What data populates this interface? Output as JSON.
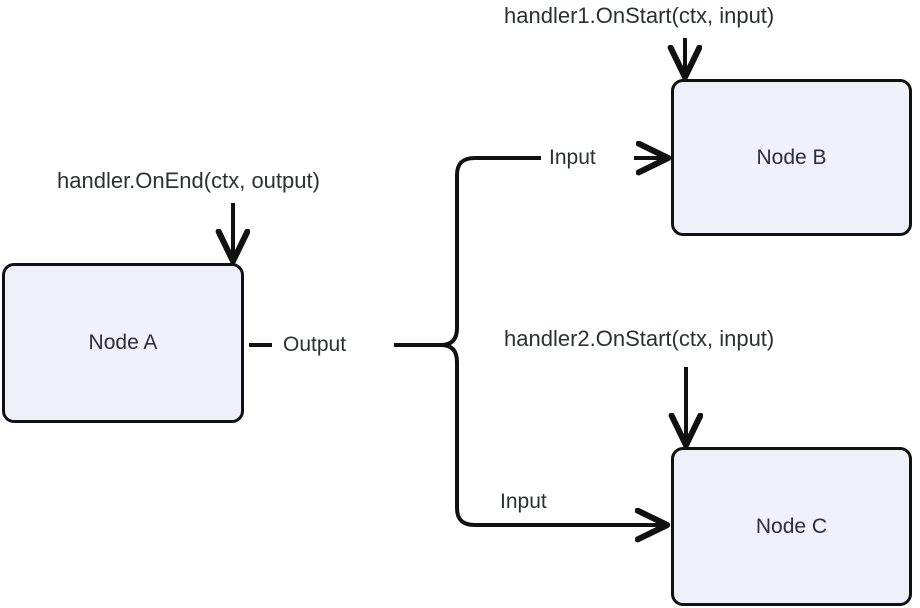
{
  "diagram": {
    "type": "flow-diagram",
    "background_color": "#ffffff",
    "node_fill_color": "#eef1fa",
    "node_border_color": "#111111",
    "edge_color": "#111111",
    "text_color": "#2b2f36",
    "nodes": [
      {
        "id": "node-a",
        "label": "Node A"
      },
      {
        "id": "node-b",
        "label": "Node B"
      },
      {
        "id": "node-c",
        "label": "Node C"
      }
    ],
    "edge_labels": {
      "output": "Output",
      "input_b": "Input",
      "input_c": "Input"
    },
    "annotations": {
      "on_end": "handler.OnEnd(ctx, output)",
      "on_start_1": "handler1.OnStart(ctx, input)",
      "on_start_2": "handler2.OnStart(ctx, input)"
    }
  }
}
